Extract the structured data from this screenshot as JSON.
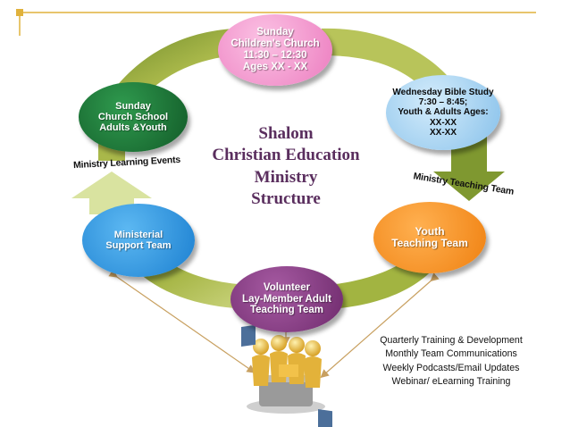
{
  "center_title": [
    "Shalom",
    "Christian Education",
    "Ministry",
    "Structure"
  ],
  "nodes": {
    "sunday_childrens": [
      "Sunday",
      "Children's Church",
      "11:30 – 12:30",
      "Ages XX - XX"
    ],
    "sunday_school": [
      "Sunday",
      "Church School",
      "Adults &Youth"
    ],
    "wednesday": [
      "Wednesday Bible Study",
      "7:30 – 8:45;",
      "Youth & Adults Ages:",
      "XX-XX",
      "XX-XX"
    ],
    "ministerial": [
      "Ministerial",
      "Support Team"
    ],
    "youth": [
      "Youth",
      "Teaching Team"
    ],
    "volunteer": [
      "Volunteer",
      "Lay-Member Adult",
      "Teaching Team"
    ]
  },
  "labels": {
    "learning_events": "Ministry Learning Events",
    "teaching_team": "Ministry Teaching Team"
  },
  "training_list": [
    "Quarterly Training & Development",
    "Monthly Team Communications",
    "Weekly Podcasts/Email Updates",
    "Webinar/ eLearning Training"
  ],
  "icons": [
    "team-meeting-icon"
  ],
  "colors": {
    "cycle_band": "#a9b84a",
    "cycle_band_light": "#d9e3a0",
    "accent_line": "#e0b23c",
    "arrow": "#c8a060",
    "pink_node": "#f08ec8",
    "green_node": "#1e7a3a",
    "light_blue_node": "#a9d3f0",
    "blue_node": "#2f9fe8",
    "orange_node": "#f5921e",
    "purple_node": "#8a3b86",
    "title_text": "#5a2e5e"
  }
}
